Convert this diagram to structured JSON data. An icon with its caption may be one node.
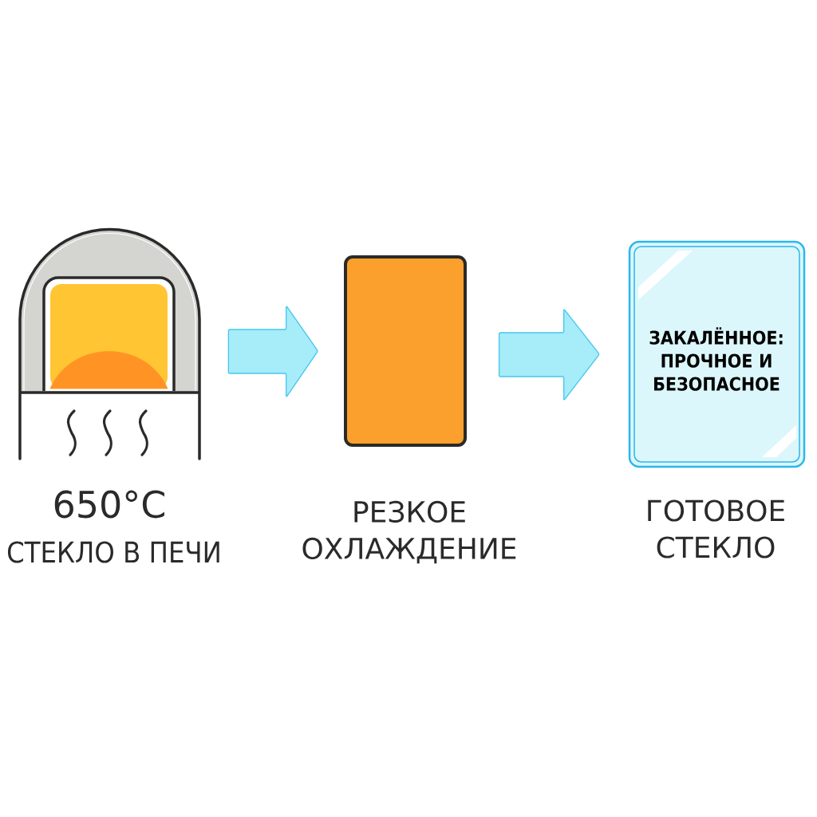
{
  "diagram": {
    "nodes": [
      {
        "text": [
          "650°C",
          "СТЕКЛО В ПЕЧИ"
        ]
      },
      {
        "text": [
          "РЕЗКОЕ ОХЛАЖДЕНИЕ"
        ]
      },
      {
        "text": [
          "ЗАКАЛЁННОЕ: ПРОЧНОЕ И БЕЗОПАСНОЕ",
          "ГОТОВОЕ СТЕКЛО"
        ]
      }
    ],
    "edges": [
      {
        "from": 0,
        "to": 1,
        "arrow": "to"
      },
      {
        "from": 1,
        "to": 2,
        "arrow": "to"
      }
    ]
  }
}
